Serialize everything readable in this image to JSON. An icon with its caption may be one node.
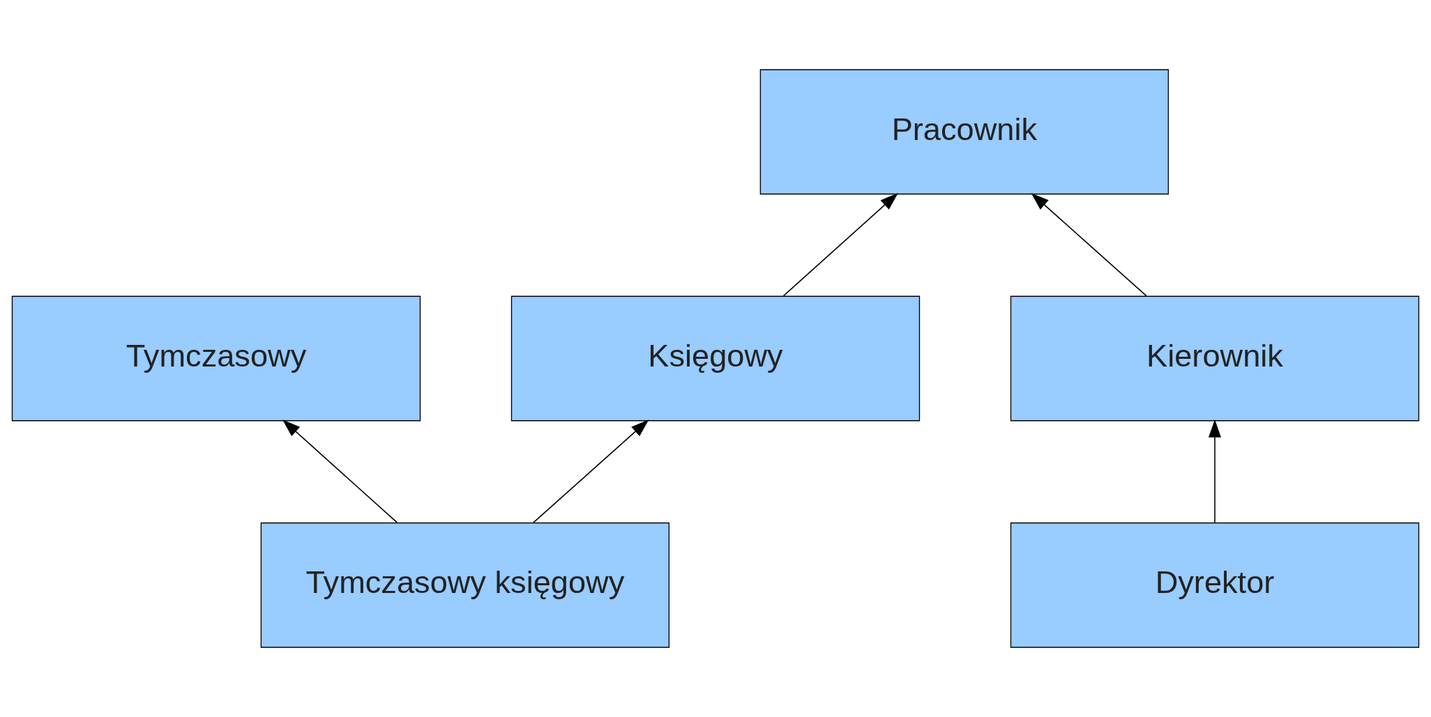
{
  "diagram": {
    "nodes": [
      {
        "text": [
          "Pracownik"
        ]
      },
      {
        "text": [
          "Tymczasowy"
        ]
      },
      {
        "text": [
          "Księgowy"
        ]
      },
      {
        "text": [
          "Kierownik"
        ]
      },
      {
        "text": [
          "Tymczasowy księgowy"
        ]
      },
      {
        "text": [
          "Dyrektor"
        ]
      }
    ],
    "edges": [
      {
        "from": 2,
        "to": 0,
        "arrow": "to"
      },
      {
        "from": 3,
        "to": 0,
        "arrow": "to"
      },
      {
        "from": 4,
        "to": 1,
        "arrow": "to"
      },
      {
        "from": 4,
        "to": 2,
        "arrow": "to"
      },
      {
        "from": 5,
        "to": 3,
        "arrow": "to"
      }
    ]
  }
}
